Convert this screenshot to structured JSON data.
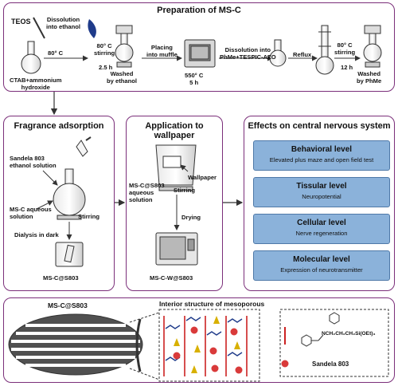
{
  "prep": {
    "title": "Preparation of MS-C",
    "teos": "TEOS",
    "dissolution_ethanol": "Dissolution\ninto ethanol",
    "temp1": "80° C",
    "temp2": "80° C\nstirring",
    "time1": "2.5 h",
    "ctab": "CTAB+ammonium\nhydroxide",
    "washed_ethanol": "Washed\nby ethanol",
    "placing": "Placing\ninto muffle",
    "muffle_temp": "550° C\n5 h",
    "dissolution_phme": "Dissolution into\nPhMe+TESPIC-AZO",
    "reflux": "Reflux",
    "temp3": "80° C\nstirring",
    "time3": "12 h",
    "washed_phme": "Washed\nby PhMe"
  },
  "fragrance": {
    "title": "Fragrance adsorption",
    "sandela": "Sandela 803\nethanol solution",
    "msc_aqueous": "MS-C aqueous\nsolution",
    "stirring": "Stirring",
    "dialysis": "Dialysis in dark",
    "product": "MS-C@S803"
  },
  "wallpaper": {
    "title": "Application to wallpaper",
    "wallpaper": "Wallpaper",
    "msc_s803": "MS-C@S803\naqueous\nsolution",
    "stirring": "Stirring",
    "drying": "Drying",
    "product": "MS-C-W@S803"
  },
  "effects": {
    "title": "Effects on central nervous system",
    "levels": [
      {
        "title": "Behavioral level",
        "desc": "Elevated plus maze and open field test"
      },
      {
        "title": "Tissular level",
        "desc": "Neuropotential"
      },
      {
        "title": "Cellular level",
        "desc": "Nerve regeneration"
      },
      {
        "title": "Molecular level",
        "desc": "Expression of neurotransmitter"
      }
    ]
  },
  "structure": {
    "msc_label": "MS-C@S803",
    "interior_title": "Interior structure of mesoporous",
    "molecule": "NCH₂CH₂CH₂Si(OEt)₃",
    "sandela": "Sandela 803"
  },
  "colors": {
    "border": "#7b2f7a",
    "level_fill": "#8bb2da",
    "arrow": "#333333",
    "sphere": "#d93a3a",
    "gold": "#d8b000",
    "azo": "#1f3b8a"
  }
}
